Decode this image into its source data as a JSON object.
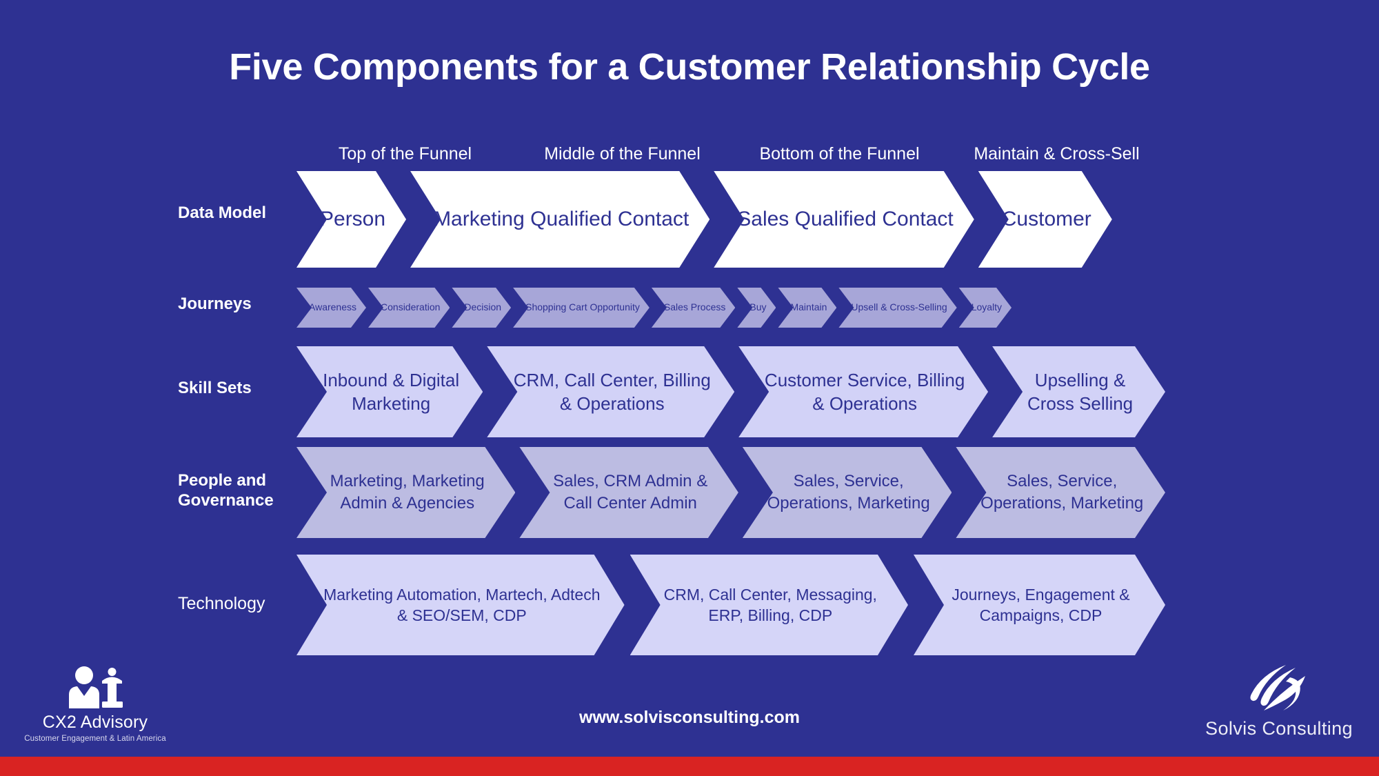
{
  "slide": {
    "title": "Five Components for a Customer Relationship Cycle",
    "background_color": "#2E3192",
    "accent_bar_color": "#D92322"
  },
  "columns": [
    {
      "label": "Top of the Funnel"
    },
    {
      "label": "Middle of the Funnel"
    },
    {
      "label": "Bottom of the Funnel"
    },
    {
      "label": "Maintain & Cross-Sell"
    }
  ],
  "rows": {
    "data_model": {
      "label": "Data Model",
      "fill_color": "#FFFFFF",
      "text_color": "#2E3192",
      "items": [
        "Person",
        "Marketing Qualified Contact",
        "Sales Qualified Contact",
        "Customer"
      ]
    },
    "journeys": {
      "label": "Journeys",
      "fill_color": "#A7A6D8",
      "text_color": "#2E3192",
      "items": [
        "Awareness",
        "Consideration",
        "Decision",
        "Shopping Cart Opportunity",
        "Sales Process",
        "Buy",
        "Maintain",
        "Upsell & Cross-Selling",
        "Loyalty"
      ]
    },
    "skill_sets": {
      "label": "Skill Sets",
      "fill_color": "#D2D2F7",
      "text_color": "#2E3192",
      "items": [
        "Inbound & Digital Marketing",
        "CRM, Call Center, Billing & Operations",
        "Customer Service, Billing & Operations",
        "Upselling & Cross Selling"
      ]
    },
    "people_and_governance": {
      "label": "People and Governance",
      "fill_color": "#BCBCE2",
      "text_color": "#2E3192",
      "items": [
        "Marketing, Marketing Admin & Agencies",
        "Sales, CRM Admin & Call Center Admin",
        "Sales, Service, Operations, Marketing",
        "Sales, Service, Operations, Marketing"
      ]
    },
    "technology": {
      "label": "Technology",
      "fill_color": "#D5D5F8",
      "text_color": "#2E3192",
      "items": [
        "Marketing Automation, Martech, Adtech & SEO/SEM, CDP",
        "CRM, Call Center, Messaging, ERP, Billing, CDP",
        "Journeys, Engagement & Campaigns, CDP"
      ]
    }
  },
  "footer": {
    "url": "www.solvisconsulting.com",
    "left_logo": {
      "icon": "person-at-podium-icon",
      "name": "CX2 Advisory",
      "tagline": "Customer Engagement & Latin America"
    },
    "right_logo": {
      "icon": "solvis-swoosh-icon",
      "name": "Solvis Consulting"
    }
  }
}
